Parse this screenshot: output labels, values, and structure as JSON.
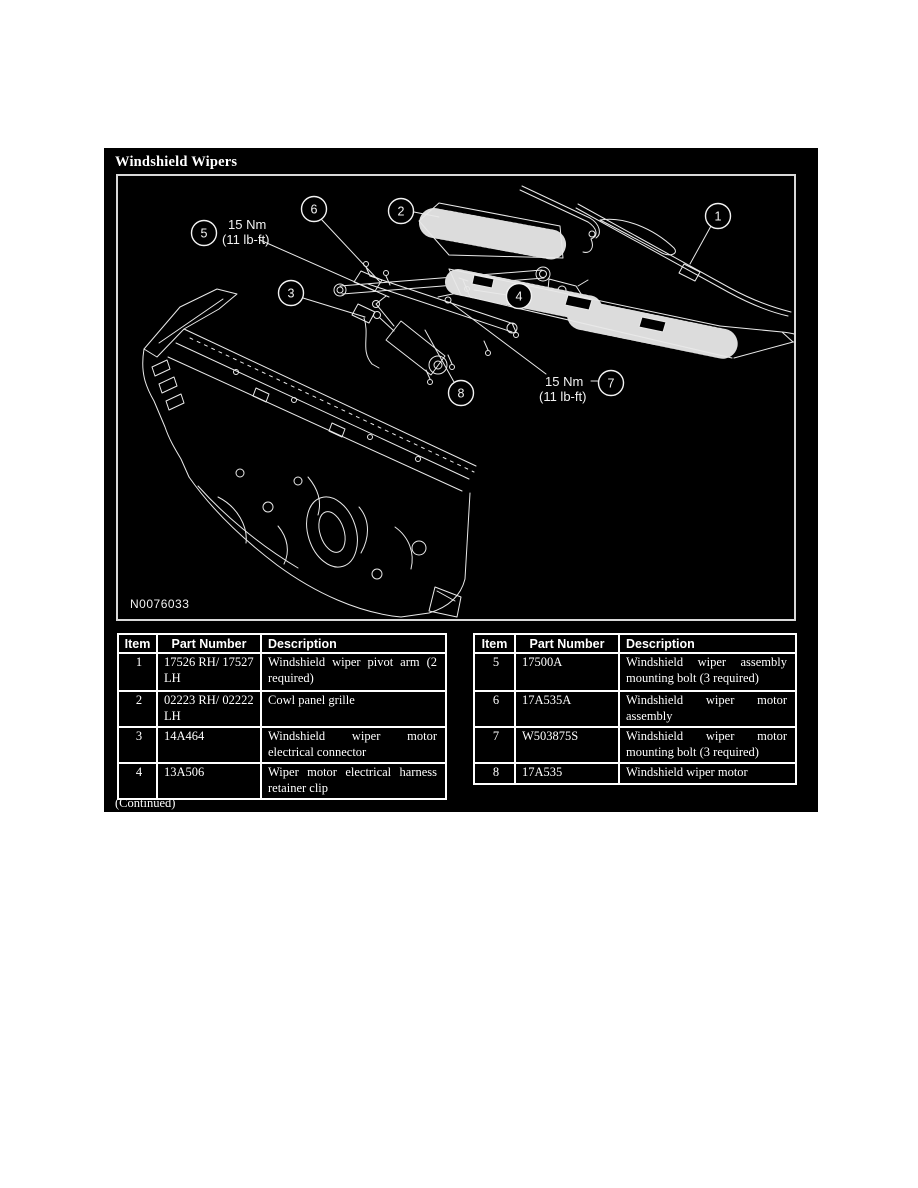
{
  "panel": {
    "title": "Windshield Wipers",
    "continued": "(Continued)"
  },
  "figure": {
    "id_label": "N0076033",
    "torque_left": {
      "line1": "15 Nm",
      "line2": "(11 lb-ft)"
    },
    "torque_right": {
      "line1": "15 Nm",
      "line2": "(11 lb-ft)"
    },
    "callouts": [
      "1",
      "2",
      "3",
      "4",
      "5",
      "6",
      "7",
      "8"
    ]
  },
  "tables": {
    "headers": {
      "item": "Item",
      "part": "Part Number",
      "desc": "Description"
    },
    "left": {
      "rows": [
        {
          "item": "1",
          "part": "17526 RH/ 17527 LH",
          "desc": "Windshield wiper pivot arm (2 required)"
        },
        {
          "item": "2",
          "part": "02223 RH/ 02222 LH",
          "desc": "Cowl panel grille"
        },
        {
          "item": "3",
          "part": "14A464",
          "desc": "Windshield wiper motor electrical connector"
        },
        {
          "item": "4",
          "part": "13A506",
          "desc": "Wiper motor electrical harness retainer clip"
        }
      ]
    },
    "right": {
      "rows": [
        {
          "item": "5",
          "part": "17500A",
          "desc": "Windshield wiper assembly mounting bolt (3 required)"
        },
        {
          "item": "6",
          "part": "17A535A",
          "desc": "Windshield wiper motor assembly"
        },
        {
          "item": "7",
          "part": "W503875S",
          "desc": "Windshield wiper motor mounting bolt (3 required)"
        },
        {
          "item": "8",
          "part": "17A535",
          "desc": "Windshield wiper motor"
        }
      ]
    }
  },
  "colors": {
    "page_bg": "#ffffff",
    "panel_bg": "#000000",
    "line": "#f2f2f2",
    "table_border": "#ffffff",
    "text": "#ffffff"
  }
}
